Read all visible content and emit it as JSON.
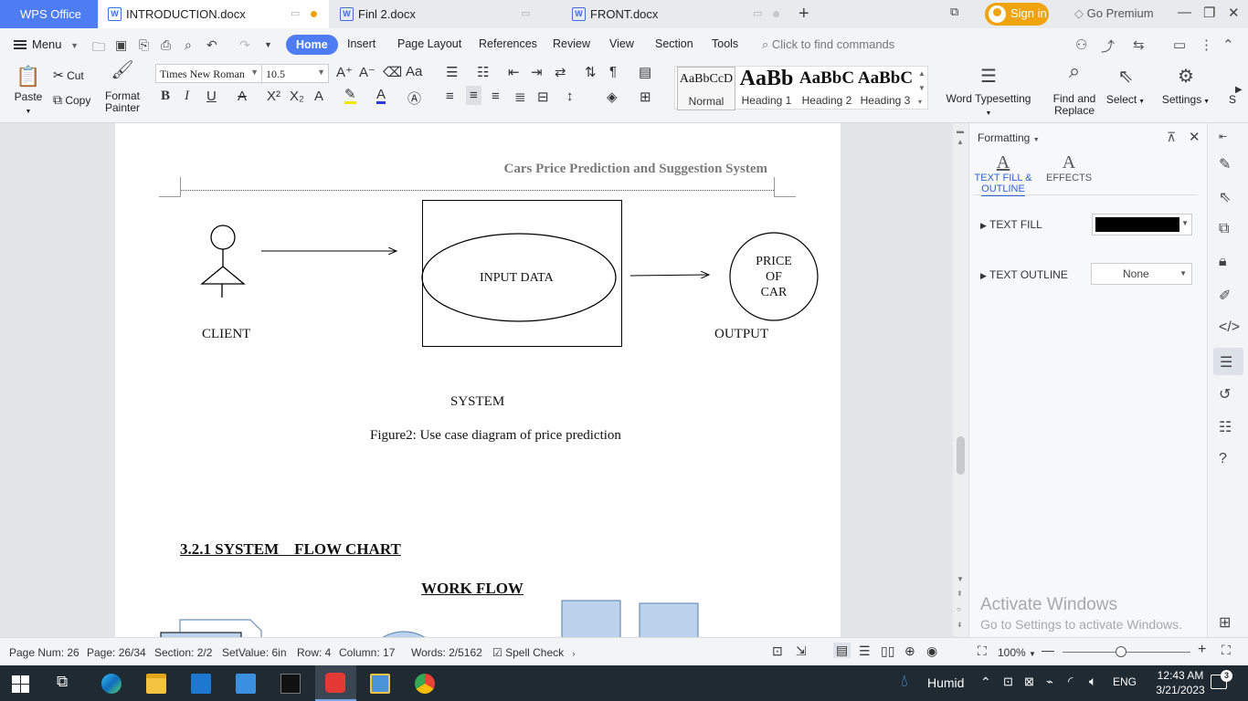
{
  "titlebar": {
    "app_name": "WPS Office",
    "tabs": [
      {
        "label": "INTRODUCTION.docx",
        "active": true
      },
      {
        "label": "Finl 2.docx",
        "active": false
      },
      {
        "label": "FRONT.docx",
        "active": false
      }
    ],
    "sign_in": "Sign in",
    "go_premium": "Go Premium"
  },
  "menubar": {
    "menu_label": "Menu",
    "tabs": [
      "Home",
      "Insert",
      "Page Layout",
      "References",
      "Review",
      "View",
      "Section",
      "Tools"
    ],
    "active_tab": "Home",
    "find_commands_placeholder": "Click to find commands"
  },
  "ribbon": {
    "paste": "Paste",
    "cut": "Cut",
    "copy": "Copy",
    "format_painter_1": "Format",
    "format_painter_2": "Painter",
    "font_name": "Times New Roman",
    "font_size": "10.5",
    "styles": [
      {
        "sample": "AaBbCcD",
        "label": "Normal"
      },
      {
        "sample": "AaBb",
        "label": "Heading 1"
      },
      {
        "sample": "AaBbC",
        "label": "Heading 2"
      },
      {
        "sample": "AaBbC",
        "label": "Heading 3"
      }
    ],
    "word_typesetting": "Word Typesetting",
    "find_replace_1": "Find and",
    "find_replace_2": "Replace",
    "select": "Select",
    "settings": "Settings",
    "overflow": "S"
  },
  "document": {
    "header_text": "Cars Price Prediction and Suggestion System",
    "diagram": {
      "actor_label": "CLIENT",
      "usecase_label": "INPUT DATA",
      "output_circle_lines": [
        "PRICE",
        "OF",
        "CAR"
      ],
      "output_label": "OUTPUT",
      "system_label": "SYSTEM"
    },
    "figure_caption": "Figure2: Use case diagram of price prediction",
    "section_heading": "3.2.1 SYSTEM    FLOW CHART",
    "workflow_heading": "WORK FLOW"
  },
  "formatting_pane": {
    "title": "Formatting",
    "tab_fill_outline_1": "TEXT FILL &",
    "tab_fill_outline_2": "OUTLINE",
    "tab_effects": "EFFECTS",
    "text_fill_label": "TEXT FILL",
    "text_fill_color": "#000000",
    "text_outline_label": "TEXT OUTLINE",
    "text_outline_value": "None"
  },
  "watermark": {
    "line1": "Activate Windows",
    "line2": "Go to Settings to activate Windows."
  },
  "statusbar": {
    "page_num": "Page Num: 26",
    "page": "Page: 26/34",
    "section": "Section: 2/2",
    "set_value": "SetValue: 6in",
    "row": "Row: 4",
    "column": "Column: 17",
    "words": "Words: 2/5162",
    "spell_check": "Spell Check",
    "zoom": "100%",
    "zoom_fraction": 0.46
  },
  "taskbar": {
    "weather": "Humid",
    "language": "ENG",
    "time": "12:43 AM",
    "date": "3/21/2023",
    "notifications": "3"
  },
  "colors": {
    "accent": "#4d7cf3",
    "signin": "#f0a30a",
    "taskbar": "#1f2a33",
    "flowchart_fill": "#bcd3ee"
  }
}
